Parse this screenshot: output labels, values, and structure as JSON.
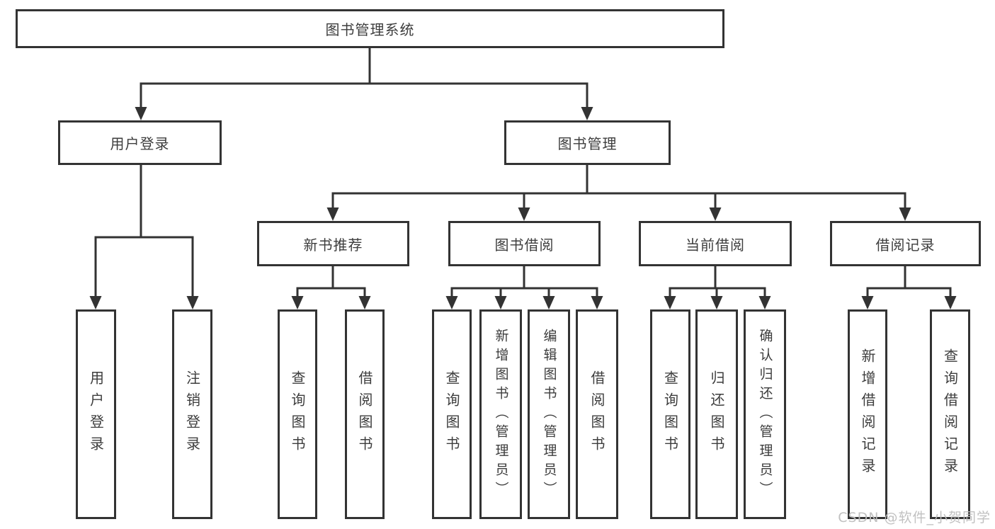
{
  "watermark": "CSDN @软件_小贺同学",
  "colors": {
    "line": "#333333",
    "text": "#3d3d3d",
    "box_background": "#ffffff",
    "watermark": "#bebebe"
  },
  "root": {
    "label": "图书管理系统",
    "children": [
      {
        "label": "用户登录",
        "children": [
          {
            "label": "用户登录"
          },
          {
            "label": "注销登录"
          }
        ]
      },
      {
        "label": "图书管理",
        "children": [
          {
            "label": "新书推荐",
            "children": [
              {
                "label": "查询图书"
              },
              {
                "label": "借阅图书"
              }
            ]
          },
          {
            "label": "图书借阅",
            "children": [
              {
                "label": "查询图书"
              },
              {
                "label": "新增图书（管理员）"
              },
              {
                "label": "编辑图书（管理员）"
              },
              {
                "label": "借阅图书"
              }
            ]
          },
          {
            "label": "当前借阅",
            "children": [
              {
                "label": "查询图书"
              },
              {
                "label": "归还图书"
              },
              {
                "label": "确认归还（管理员）"
              }
            ]
          },
          {
            "label": "借阅记录",
            "children": [
              {
                "label": "新增借阅记录"
              },
              {
                "label": "查询借阅记录"
              }
            ]
          }
        ]
      }
    ]
  }
}
